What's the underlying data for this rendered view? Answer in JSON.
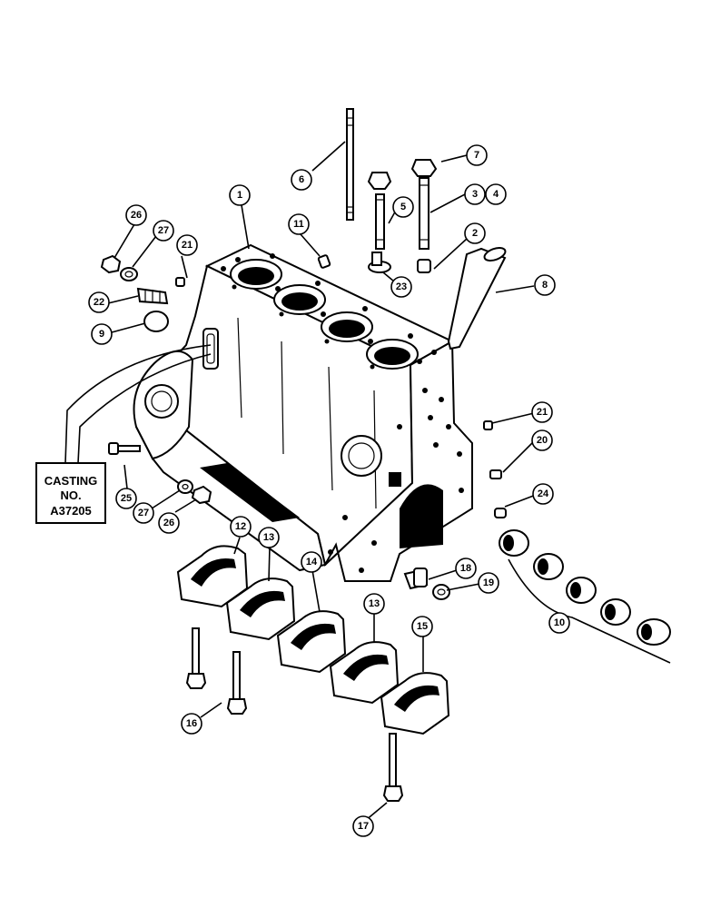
{
  "callouts": [
    "1",
    "2",
    "3",
    "4",
    "5",
    "6",
    "7",
    "8",
    "9",
    "10",
    "11",
    "12",
    "13",
    "13",
    "14",
    "15",
    "16",
    "17",
    "18",
    "19",
    "20",
    "21",
    "21",
    "22",
    "23",
    "24",
    "25",
    "26",
    "26",
    "27",
    "27"
  ],
  "casting_box": {
    "line1": "CASTING",
    "line2": "NO.",
    "line3": "A37205"
  }
}
